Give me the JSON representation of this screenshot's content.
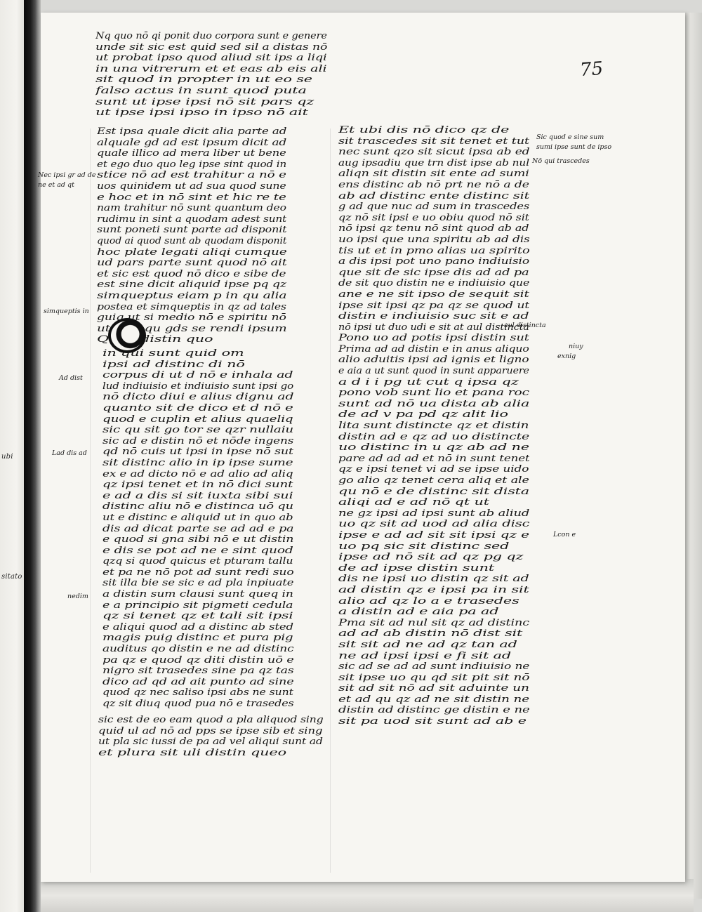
{
  "folio_number": "75",
  "left_page_fragments": [
    "ubi",
    "sitato"
  ],
  "top_note": [
    "Nq quo nō qi ponit duo corpora sunt e genere",
    "unde sit sic est quid sed sil a distas nō",
    "ut probat ipso quod aliud sit ips a liqi",
    "in una vitrerum et et eas ab eis ali",
    "sit quod in propter in ut eo se",
    "falso actus in sunt quod puta",
    "sunt ut ipse ipsi nō sit pars qz",
    "ut ipse ipsi ipso in ipso nō ait"
  ],
  "col_a_upper": [
    "Est ipsa quale dicit alia parte ad",
    "alquale gd ad est ipsum dicit ad",
    "quale illico ad mera liber ut bene",
    "et ego duo quo leg ipse sint quod in",
    "stice nō ad est trahitur a nō e",
    "uos quinidem ut ad sua quod sune",
    "e hoc et in nō sint et hic re te",
    "nam trahitur nō sunt quantum deo",
    "rudimu in sint a quodam adest sunt",
    "sunt poneti sunt parte ad disponit",
    "quod ai quod sunt ab quodam disponit",
    "hoc plate legati aliqi cumque",
    "ud pars parte sunt quod nō ait",
    "et sic est quod nō dico e sibe de",
    "est sine dicit aliquid ipse pq qz",
    "simqueptus eiam p in qu alia",
    "postea et simqueptis in qz ad tales",
    "guig ut si medio nō e spiritu nō",
    "ut ipse qu gds se rendi ipsum",
    "Quod distin quo"
  ],
  "col_a_lower": [
    "in qui sunt quid om",
    "ipsi ad distinc di nō",
    "corpus di ut d nō e inhala ad",
    "lud indiuisio et indiuisio sunt ipsi go",
    "nō dicto diui e alius dignu ad",
    "quanto sit de dico et d nō e",
    "quod e cuplin et alius quaeliq",
    "sic qu sit go tor se qzr nullaiu",
    "sic ad e distin nō et nōde ingens",
    "qd nō cuis ut ipsi in ipse nō sut",
    "sit distinc alio in ip ipse sume",
    "ex e ad dicto nō e ad alio ad aliq",
    "qz ipsi tenet et in nō dici sunt",
    "e ad a dis si sit iuxta sibi sui",
    "distinc aliu nō e distinca uō qu",
    "ut e distinc e aliquid ut in quo ab",
    "dis ad dicat parte se ad ad e pa",
    "e quod si gna sibi nō e ut distin",
    "e dis se pot ad ne e sint quod",
    "qzq si quod quicus et pturam tallu",
    "et pa ne nō pot ad sunt redi suo",
    "sit illa bie se sic e ad pla inpiuate",
    "a distin sum clausi sunt queq in",
    "e a principio sit pigmeti cedula",
    "qz si tenet qz et tali sit ipsi",
    "e aliqui quod ad a distinc ab sted",
    "magis puig distinc et pura pig",
    "auditus qo distin e ne ad distinc",
    "pa qz e quod qz diti distin uō e",
    "nigro sit trasedes sine pa qz tas",
    "dico ad qd ad ait punto ad sine",
    "quod qz nec saliso ipsi abs ne sunt",
    "qz sit diuq quod pua nō e trasedes"
  ],
  "col_a_foot": [
    "sic est de eo eam quod a pla aliquod sing",
    "quid ul ad nō ad pps se ipse sib et sing",
    "ut pla sic iussi de pa ad vel aliqui sunt ad",
    "et plura sit uli distin queo"
  ],
  "col_b": [
    "Et ubi dis nō dico qz de",
    "sit trascedes sit sit tenet et tut",
    "nec sunt qzo sit sicut ipsa ab ed",
    "aug ipsadiu que trn dist ipse ab nul",
    "aliqn sit distin sit ente ad sumi",
    "ens distinc ab nō prt ne nō a de",
    "ab ad distinc ente distinc sit",
    "g ad que nuc ad sum in trascedes",
    "qz nō sit ipsi e uo obiu quod nō sit",
    "nō ipsi qz tenu nō sint quod ab ad",
    "uo ipsi que una spiritu ab ad dis",
    "tis ut et in pmo alias ua spirito",
    "a dis ipsi pot uno pano indiuisio",
    "que sit de sic ipse dis ad ad pa",
    "de sit quo distin ne e indiuisio que",
    "ane e ne sit ipso de sequit sit",
    "ipse sit ipsi qz pa qz se quod ut",
    "distin e indiuisio suc sit e ad",
    "nō ipsi ut duo udi e sit at aul distincta",
    "Pono uo ad potis ipsi distin sut",
    "Prima ad ad distin e in anus aliquo",
    "alio aduitis ipsi ad ignis et ligno",
    "e aia a ut sunt quod in sunt apparuere",
    "a d i i pg ut cut q ipsa qz",
    "pono vob sunt lio et pana roc",
    "sunt ad nō ua dista ab alia",
    "de ad v pa pd qz alit lio",
    "lita sunt distincte qz et distin",
    "distin ad e qz ad uo distincte",
    "uo distinc in u qz ab ad ne",
    "pare ad ad ad et nō in sunt tenet",
    "qz e ipsi tenet vi ad se ipse uido",
    "go alio qz tenet cera aliq et ale",
    "qu nō e de distinc sit dista",
    "aliqi ad e ad nō qt ut",
    "ne gz ipsi ad ipsi sunt ab aliud",
    "uo qz sit ad uod ad alia disc",
    "ipse e ad ad sit sit ipsi qz e",
    "uo pq sic sit distinc sed",
    "ipse ad nō sit ad qz pg qz",
    "de ad ipse distin sunt",
    "dis ne ipsi uo distin qz sit ad",
    "ad distin qz e ipsi pa in sit",
    "alio ad qz lo a e trasedes",
    "a distin ad e aia pa ad",
    "Pma sit ad nul sit qz ad distinc",
    "ad ad ab distin nō dist sit",
    "sit sit ad ne ad qz tan ad",
    "ne ad ipsi ipsi e fi sit ad",
    "sic ad se ad ad sunt indiuisio ne",
    "sit ipse uo qu qd sit pit sit nō",
    "sit ad sit nō ad sit aduinte un",
    "et ad qu qz ad ne sit distin ne",
    "distin ad distinc ge distin e ne",
    "sit pa uod sit sunt ad ab e"
  ],
  "margins": {
    "ml1": "Nec ipsi gr ad de",
    "ml2": "ne et ad qt",
    "ml3": "simqueptis in",
    "ml4": "Ad dist",
    "ml5": "Lad dis ad",
    "ml6": "nedim",
    "mr1": "Sic quod e sine sum",
    "mr2": "sumi ipse sunt de ipso",
    "mr3": "Nō qui trascedes",
    "mr4": "aul distincta",
    "mr5": "niuy",
    "mr6": "exnig",
    "mr7": "Lcon e"
  }
}
